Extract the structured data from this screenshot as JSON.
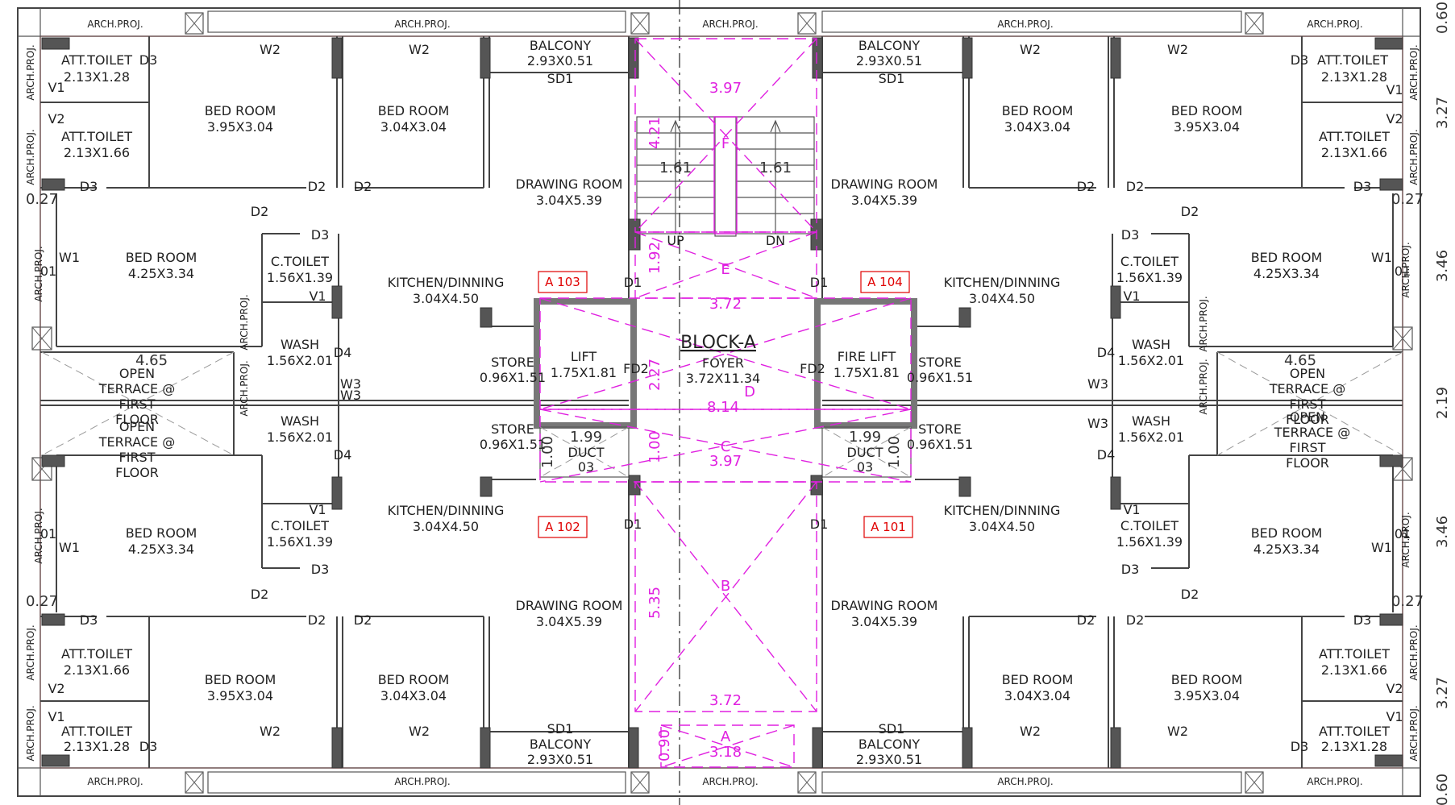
{
  "title": "BLOCK-A",
  "units": [
    {
      "id": "A 103"
    },
    {
      "id": "A 104"
    },
    {
      "id": "A 102"
    },
    {
      "id": "A 101"
    }
  ],
  "rooms": {
    "att_toilet_1": {
      "name": "ATT.TOILET",
      "size": "2.13X1.28"
    },
    "att_toilet_2": {
      "name": "ATT.TOILET",
      "size": "2.13X1.66"
    },
    "bed_large": {
      "name": "BED ROOM",
      "size": "3.95X3.04"
    },
    "bed_mid": {
      "name": "BED ROOM",
      "size": "3.04X3.04"
    },
    "bed_side": {
      "name": "BED ROOM",
      "size": "4.25X3.34"
    },
    "balcony": {
      "name": "BALCONY",
      "size": "2.93X0.51"
    },
    "drawing": {
      "name": "DRAWING ROOM",
      "size": "3.04X5.39"
    },
    "kitchen": {
      "name": "KITCHEN/DINNING",
      "size": "3.04X4.50"
    },
    "c_toilet": {
      "name": "C.TOILET",
      "size": "1.56X1.39"
    },
    "wash": {
      "name": "WASH",
      "size": "1.56X2.01"
    },
    "store": {
      "name": "STORE",
      "size": "0.96X1.51"
    },
    "lift": {
      "name": "LIFT",
      "size": "1.75X1.81"
    },
    "fire_lift": {
      "name": "FIRE LIFT",
      "size": "1.75X1.81"
    },
    "foyer": {
      "name": "FOYER",
      "size": "3.72X11.34"
    },
    "duct": {
      "name": "DUCT",
      "size": "03"
    },
    "terrace": {
      "line1": "OPEN",
      "line2": "TERRACE @",
      "line3": "FIRST",
      "line4": "FLOOR"
    }
  },
  "openings": {
    "d1": "D1",
    "d2": "D2",
    "d3": "D3",
    "d4": "D4",
    "fd2": "FD2",
    "sd1": "SD1",
    "w1": "W1",
    "w2": "W2",
    "w3": "W3",
    "v1": "V1",
    "v2": "V2"
  },
  "projection": "ARCH.PROJ.",
  "stair": {
    "up": "UP",
    "dn": "DN",
    "tread": "1.61"
  },
  "dims": {
    "terrace_w": "4.65",
    "edge_small": "0.27",
    "o1": "01",
    "duct_w": "1.99",
    "duct_h": "1.00",
    "right_edge": [
      "0.60",
      "3.27",
      "3.46",
      "2.19",
      "3.46",
      "3.27",
      "0.60"
    ]
  },
  "zones": {
    "f": {
      "label": "F",
      "w": "3.97",
      "h": "4.21"
    },
    "e": {
      "label": "E",
      "w": "3.72",
      "h": "1.92"
    },
    "d": {
      "label": "D",
      "w": "8.14",
      "h": "2.27"
    },
    "c": {
      "label": "C",
      "w": "3.97",
      "h": "1.00"
    },
    "b": {
      "label": "B",
      "h": "5.35"
    },
    "b2": {
      "w": "3.72"
    },
    "a": {
      "label": "A",
      "w": "3.18",
      "h": "0.90"
    }
  }
}
